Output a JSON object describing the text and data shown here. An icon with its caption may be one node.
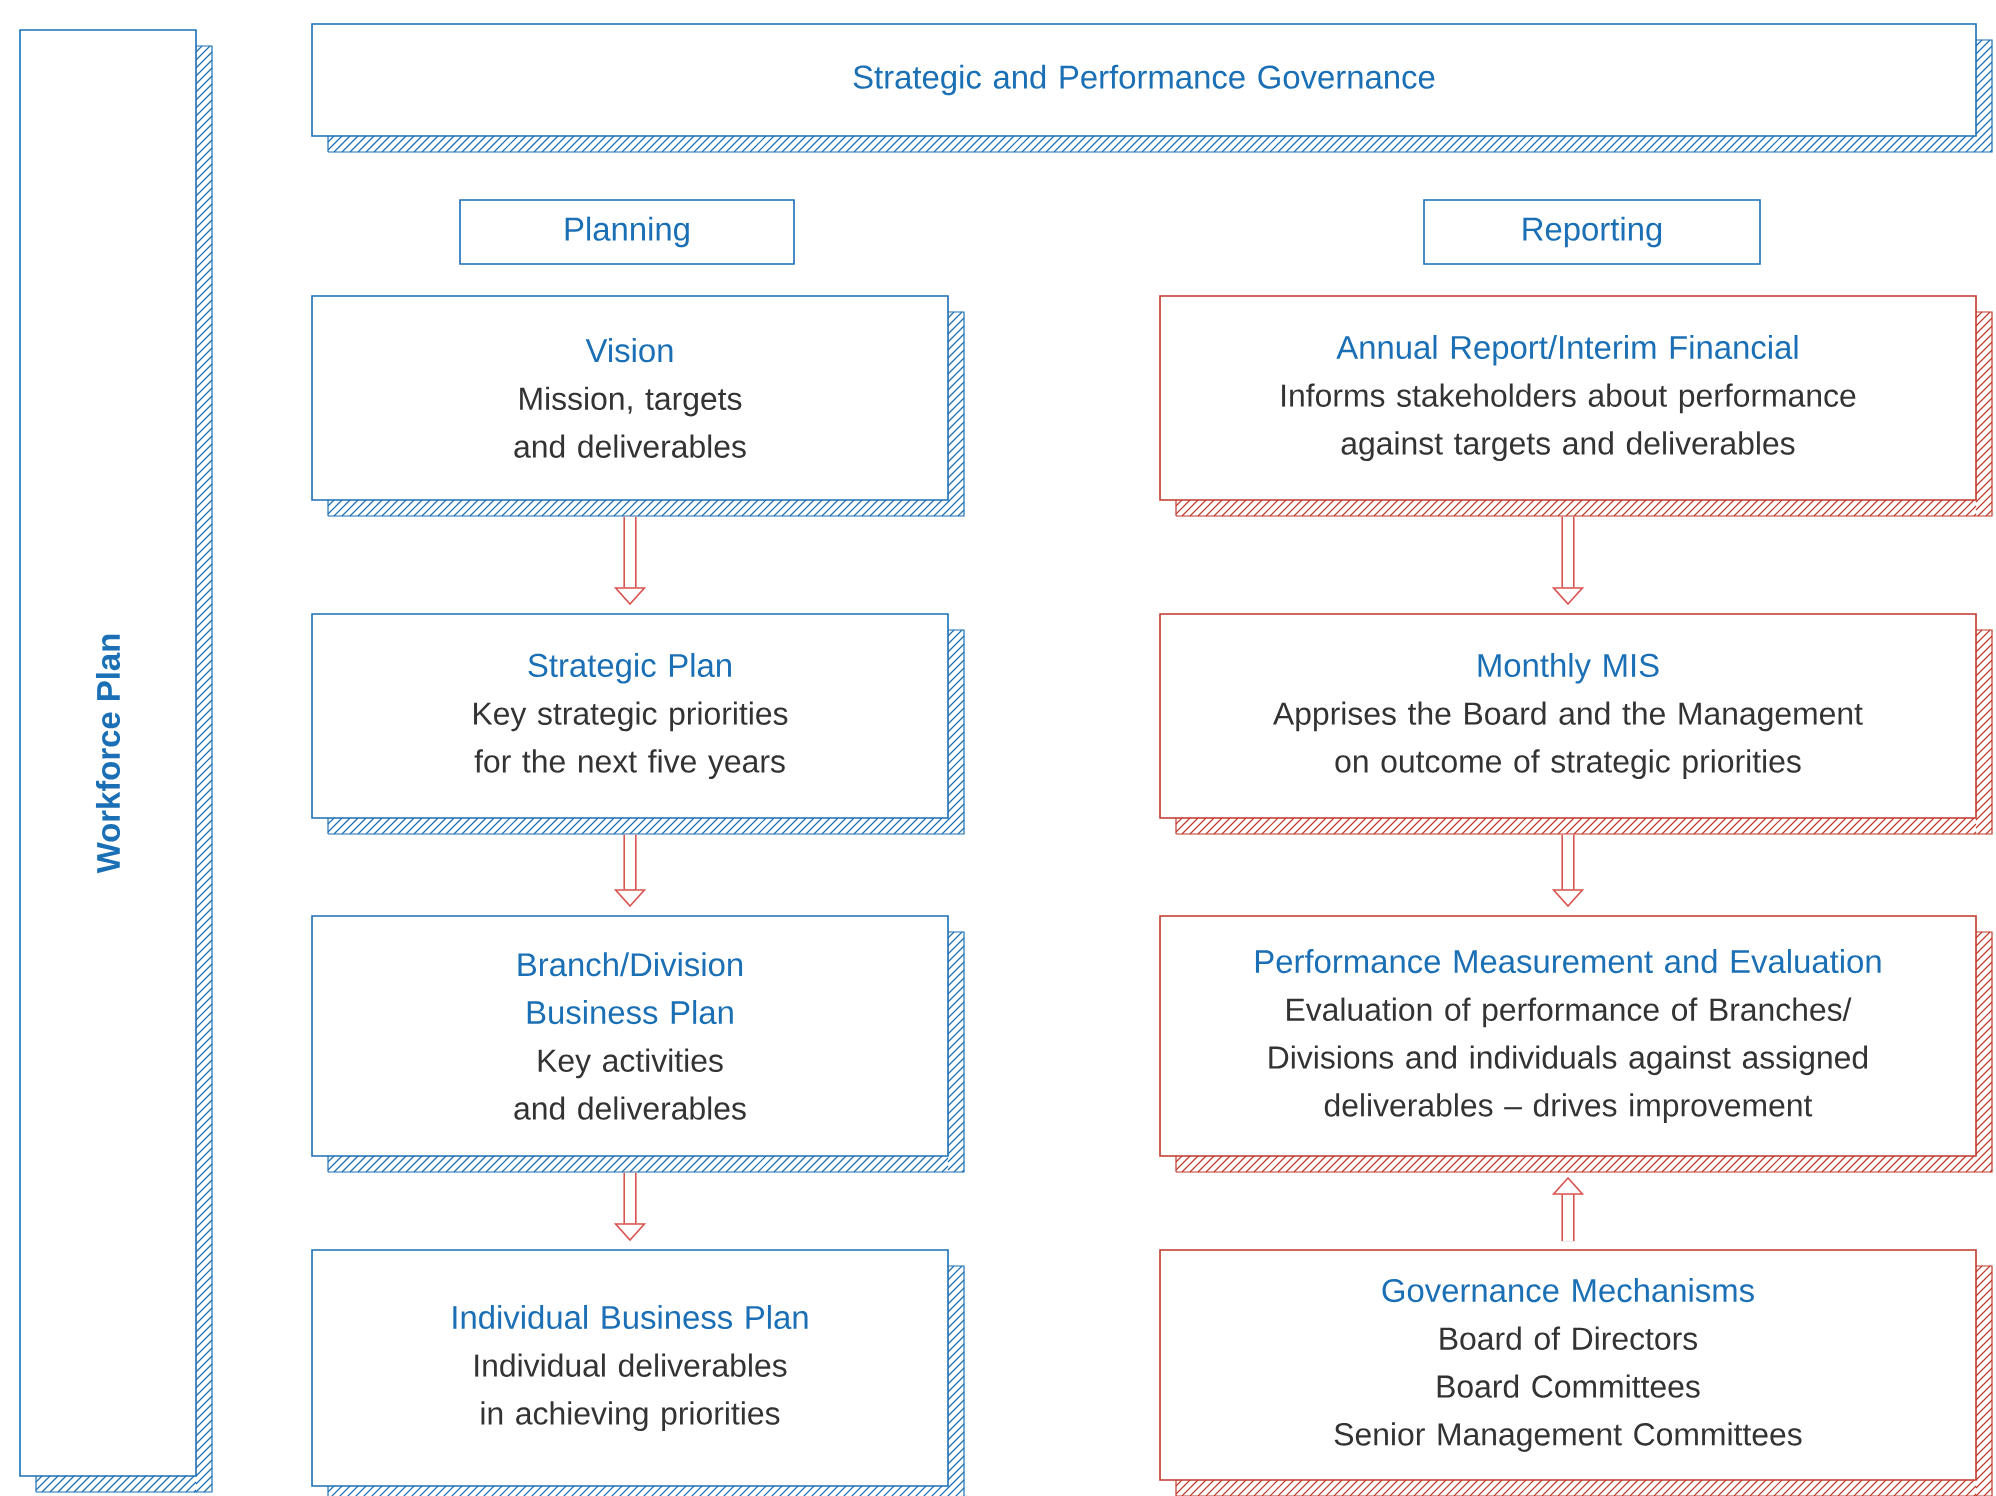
{
  "diagram": {
    "nodes": [
      {
        "text": [
          "Workforce Plan"
        ]
      },
      {
        "text": [
          "Strategic and Performance Governance"
        ]
      },
      {
        "text": [
          "Planning"
        ]
      },
      {
        "text": [
          "Reporting"
        ]
      },
      {
        "text": [
          "Vision",
          "Mission, targets and deliverables"
        ]
      },
      {
        "text": [
          "Strategic Plan",
          "Key strategic priorities for the next five years"
        ]
      },
      {
        "text": [
          "Branch/Division Business Plan",
          "Key activities and deliverables"
        ]
      },
      {
        "text": [
          "Individual Business Plan",
          "Individual deliverables in achieving priorities"
        ]
      },
      {
        "text": [
          "Annual Report/Interim Financial",
          "Informs stakeholders about performance against targets and deliverables"
        ]
      },
      {
        "text": [
          "Monthly MIS",
          "Apprises the Board and the Management on outcome of strategic priorities"
        ]
      },
      {
        "text": [
          "Performance Measurement and Evaluation",
          "Evaluation of performance of Branches/ Divisions and individuals against assigned deliverables – drives improvement"
        ]
      },
      {
        "text": [
          "Governance Mechanisms",
          "Board of Directors",
          "Board Committees",
          "Senior Management Committees"
        ]
      }
    ],
    "edges": [
      {
        "from": 4,
        "to": 5,
        "arrow": "to"
      },
      {
        "from": 5,
        "to": 6,
        "arrow": "to"
      },
      {
        "from": 6,
        "to": 7,
        "arrow": "to"
      },
      {
        "from": 8,
        "to": 9,
        "arrow": "to"
      },
      {
        "from": 9,
        "to": 10,
        "arrow": "to"
      },
      {
        "from": 11,
        "to": 10,
        "arrow": "to"
      }
    ]
  }
}
